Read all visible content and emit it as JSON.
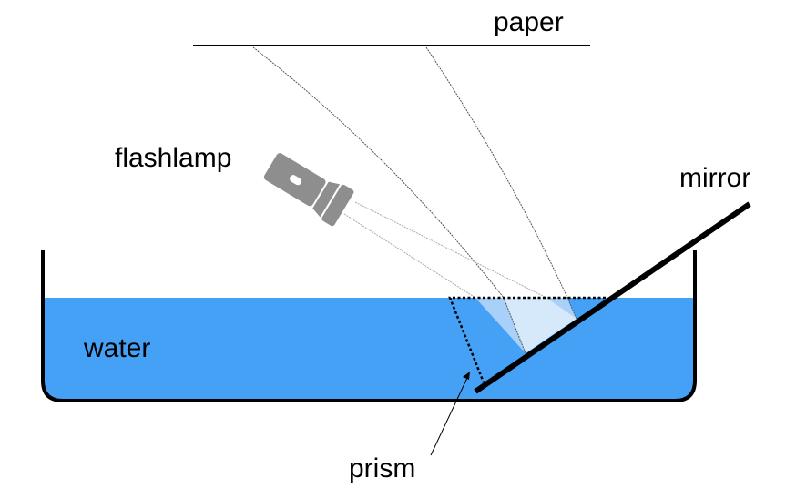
{
  "labels": {
    "paper": "paper",
    "flashlamp": "flashlamp",
    "mirror": "mirror",
    "water": "water",
    "prism": "prism"
  },
  "colors": {
    "water": "#44a1f5",
    "beam_light": "#d6e9fb",
    "beam_mid": "#a8d0f8",
    "flashlamp": "#8e8e8e",
    "mirror": "#000000"
  },
  "icons": {
    "flashlamp": "flashlight-icon"
  }
}
